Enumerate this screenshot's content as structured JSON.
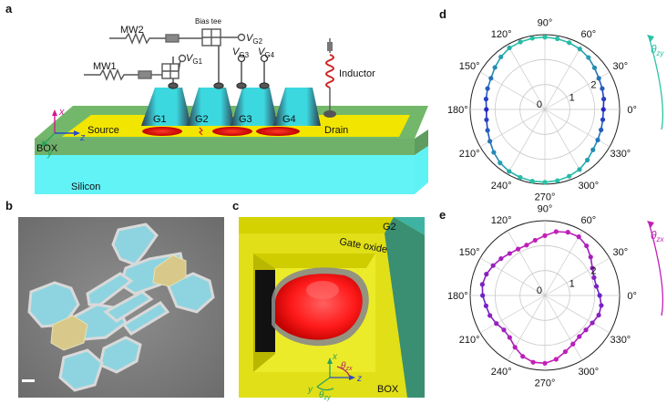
{
  "panel_letters": [
    "a",
    "b",
    "c",
    "d",
    "e"
  ],
  "panel_a": {
    "labels": {
      "mw2": "MW2",
      "mw1": "MW1",
      "bias_tee": "Bias tee",
      "vg1": "V",
      "vg1_sub": "G1",
      "vg2": "V",
      "vg2_sub": "G2",
      "vg3": "V",
      "vg3_sub": "G3",
      "vg4": "V",
      "vg4_sub": "G4",
      "inductor": "Inductor",
      "g1": "G1",
      "g2": "G2",
      "g3": "G3",
      "g4": "G4",
      "source": "Source",
      "drain": "Drain",
      "box": "BOX",
      "silicon": "Silicon",
      "axis_x": "x",
      "axis_y": "y",
      "axis_z": "z"
    }
  },
  "panel_c": {
    "labels": {
      "g2": "G2",
      "gate_oxide": "Gate oxide",
      "box": "BOX",
      "axis_x": "x",
      "axis_y": "y",
      "axis_z": "z",
      "theta": "θ",
      "sub_zx": "zx",
      "sub_zy": "zy"
    }
  },
  "colors": {
    "source_drain": "#f2e600",
    "gates": "#48e8ee",
    "silicon": "#5ef2f5",
    "box": "#6fae6a",
    "zy_teal": "#26c3a6",
    "zy_blue": "#2426c8",
    "zx_purple": "#6a22c6",
    "zx_magenta": "#c21fb8"
  },
  "chart_data": [
    {
      "panel": "d",
      "type": "scatter",
      "coordinate_system": "polar",
      "theta_label": "θ",
      "theta_sub": "zy",
      "angle_ticks": [
        "0°",
        "30°",
        "60°",
        "90°",
        "120°",
        "150°",
        "180°",
        "210°",
        "240°",
        "270°",
        "300°",
        "330°"
      ],
      "radial_ticks": [
        "0",
        "1",
        "2"
      ],
      "rlim": [
        0,
        3
      ],
      "points_deg_r": [
        [
          0,
          2.35
        ],
        [
          10,
          2.4
        ],
        [
          20,
          2.45
        ],
        [
          30,
          2.5
        ],
        [
          40,
          2.6
        ],
        [
          50,
          2.72
        ],
        [
          60,
          2.8
        ],
        [
          70,
          2.85
        ],
        [
          80,
          2.88
        ],
        [
          90,
          2.9
        ],
        [
          100,
          2.9
        ],
        [
          110,
          2.88
        ],
        [
          120,
          2.85
        ],
        [
          130,
          2.75
        ],
        [
          140,
          2.62
        ],
        [
          150,
          2.5
        ],
        [
          160,
          2.45
        ],
        [
          170,
          2.4
        ],
        [
          180,
          2.35
        ],
        [
          190,
          2.38
        ],
        [
          200,
          2.45
        ],
        [
          210,
          2.55
        ],
        [
          220,
          2.68
        ],
        [
          230,
          2.8
        ],
        [
          240,
          2.87
        ],
        [
          250,
          2.9
        ],
        [
          260,
          2.92
        ],
        [
          270,
          2.92
        ],
        [
          280,
          2.9
        ],
        [
          290,
          2.85
        ],
        [
          300,
          2.78
        ],
        [
          310,
          2.65
        ],
        [
          320,
          2.52
        ],
        [
          330,
          2.45
        ],
        [
          340,
          2.4
        ],
        [
          350,
          2.36
        ]
      ]
    },
    {
      "panel": "e",
      "type": "scatter",
      "coordinate_system": "polar",
      "theta_label": "θ",
      "theta_sub": "zx",
      "angle_ticks": [
        "0°",
        "30°",
        "60°",
        "90°",
        "120°",
        "150°",
        "180°",
        "210°",
        "240°",
        "270°",
        "300°",
        "330°"
      ],
      "radial_ticks": [
        "0",
        "1",
        "2"
      ],
      "rlim": [
        0,
        3
      ],
      "points_deg_r": [
        [
          0,
          2.2
        ],
        [
          10,
          2.1
        ],
        [
          20,
          2.1
        ],
        [
          30,
          2.2
        ],
        [
          40,
          2.4
        ],
        [
          50,
          2.6
        ],
        [
          60,
          2.72
        ],
        [
          70,
          2.7
        ],
        [
          80,
          2.6
        ],
        [
          90,
          2.4
        ],
        [
          100,
          2.25
        ],
        [
          110,
          2.15
        ],
        [
          120,
          2.15
        ],
        [
          130,
          2.2
        ],
        [
          140,
          2.3
        ],
        [
          150,
          2.4
        ],
        [
          160,
          2.5
        ],
        [
          170,
          2.55
        ],
        [
          180,
          2.5
        ],
        [
          190,
          2.4
        ],
        [
          200,
          2.35
        ],
        [
          210,
          2.25
        ],
        [
          220,
          2.15
        ],
        [
          230,
          2.2
        ],
        [
          240,
          2.4
        ],
        [
          250,
          2.6
        ],
        [
          260,
          2.72
        ],
        [
          270,
          2.72
        ],
        [
          280,
          2.6
        ],
        [
          290,
          2.4
        ],
        [
          300,
          2.25
        ],
        [
          310,
          2.15
        ],
        [
          320,
          2.15
        ],
        [
          330,
          2.2
        ],
        [
          340,
          2.3
        ],
        [
          350,
          2.3
        ]
      ]
    }
  ]
}
